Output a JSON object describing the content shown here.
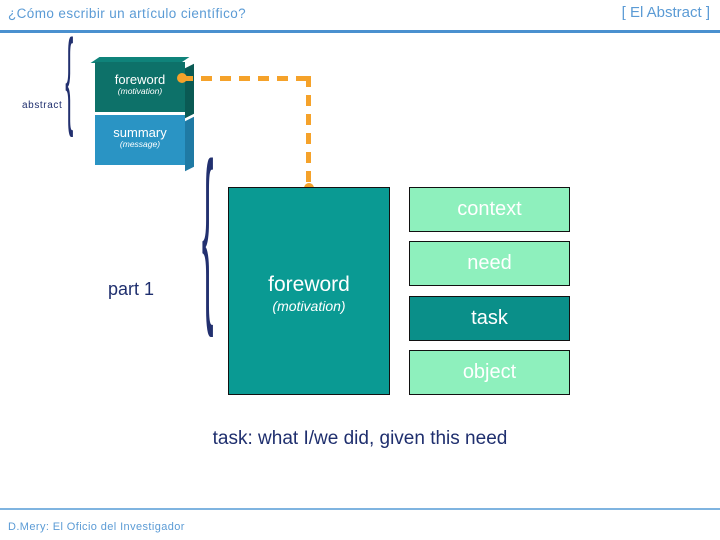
{
  "header": {
    "title": "¿Cómo escribir un artículo científico?",
    "section": "[ El Abstract ]",
    "rule_color": "#4a90cf",
    "text_color": "#5b9bd5"
  },
  "footer": {
    "text": "D.Mery: El Oficio del Investigador",
    "rule_color": "#7fb4e0"
  },
  "abstract_group": {
    "label": "abstract",
    "brace": "{",
    "blocks": [
      {
        "title": "foreword",
        "subtitle": "(motivation)",
        "color": "#0d7169"
      },
      {
        "title": "summary",
        "subtitle": "(message)",
        "color": "#2a94c4"
      }
    ]
  },
  "connector": {
    "color": "#f5a22a",
    "style": "dashed",
    "endpoint_marker": "dot"
  },
  "part_group": {
    "label": "part 1",
    "brace": "{",
    "main_block": {
      "title": "foreword",
      "subtitle": "(motivation)",
      "color": "#0a9a93"
    },
    "items": [
      {
        "label": "context",
        "color": "#8ef0bd",
        "highlighted": false
      },
      {
        "label": "need",
        "color": "#8ef0bd",
        "highlighted": false
      },
      {
        "label": "task",
        "color": "#0a8f89",
        "highlighted": true
      },
      {
        "label": "object",
        "color": "#8ef0bd",
        "highlighted": false
      }
    ]
  },
  "caption": "task: what I/we did, given this need"
}
